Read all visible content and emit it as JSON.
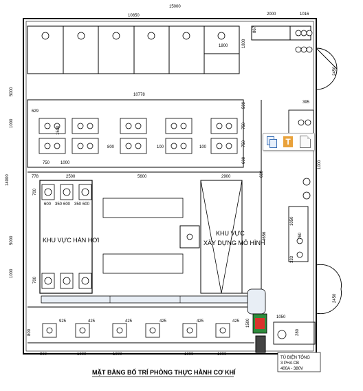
{
  "title": "MẶT BẰNG BỐ TRÍ PHÒNG THỰC HÀNH CƠ KHÍ",
  "areas": {
    "welding": "KHU VỰC HÀN HƠI",
    "model_line1": "KHU VỰC",
    "model_line2": "XÂY DỰNG MÔ HÌNH"
  },
  "dimensions": {
    "overall_width": "15000",
    "overall_height": "14000",
    "top_row_width": "10850",
    "top_right_a": "2000",
    "top_right_b": "1016",
    "top_row_depth": "1800",
    "top_row_item": "1800",
    "top_right_small": "867",
    "row2_width": "10778",
    "left_5000": "5000",
    "left_1000a": "1000",
    "left_1000b": "1000",
    "left_5000b": "5000",
    "w629": "629",
    "w1500": "1500",
    "w750": "750",
    "w1000": "1000",
    "w800": "800",
    "w100a": "100",
    "w100b": "100",
    "w599": "599",
    "w750r": "750",
    "w750r2": "750",
    "w600r": "600",
    "w778": "778",
    "w2500": "2500",
    "w5600": "5600",
    "w2900": "2900",
    "w600top": "600",
    "w700a": "700",
    "w700b": "700",
    "w600a": "600",
    "w350a": "350",
    "w600b": "600",
    "w350b": "350",
    "w600c": "600",
    "w4656": "4656",
    "w925": "925",
    "w425a": "425",
    "w425b": "425",
    "w425c": "425",
    "w425d": "425",
    "w425e": "425",
    "w800bot": "800",
    "w900": "900",
    "w1000bot1": "1000",
    "w1000bot2": "1000",
    "w1000bot3": "1000",
    "w1000bot4": "1000",
    "w1500r": "1500",
    "w1050": "1050",
    "w2450a": "2450",
    "w2450b": "2450",
    "w1000r": "1000",
    "w1050r": "1050",
    "w760": "760",
    "w395": "395",
    "w333": "333",
    "w280": "280"
  },
  "note": [
    "TỦ ĐIỆN TỔNG",
    "3 PHA CB",
    "400A - 380V"
  ]
}
